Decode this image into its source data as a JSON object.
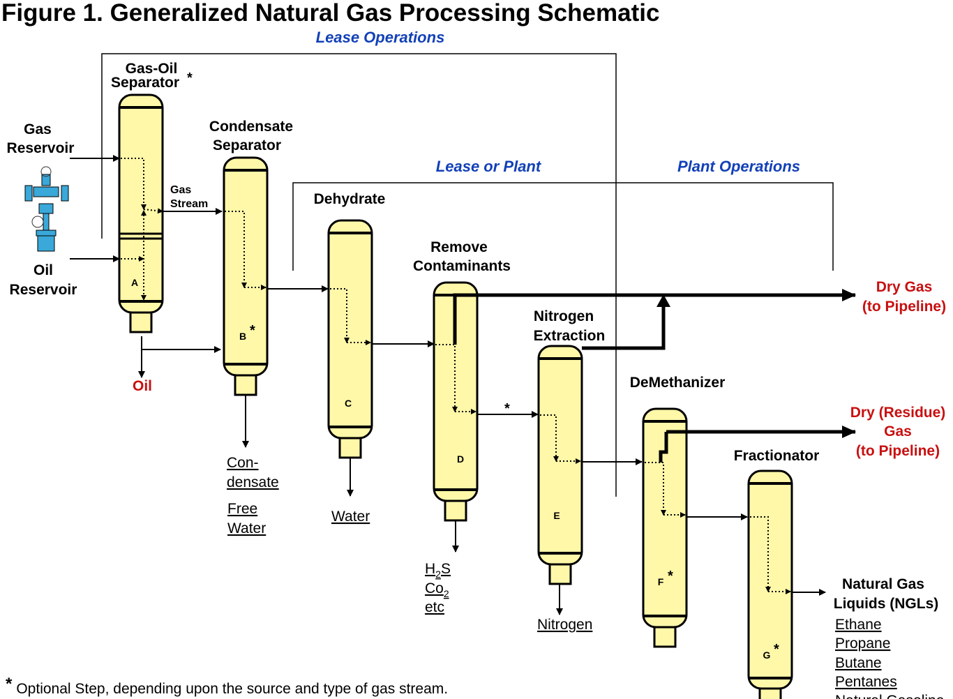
{
  "title": "Figure 1. Generalized Natural Gas Processing Schematic",
  "regions": {
    "lease": "Lease Operations",
    "lease_or_plant": "Lease or Plant",
    "plant": "Plant Operations"
  },
  "inputs": {
    "gas_line1": "Gas",
    "gas_line2": "Reservoir",
    "oil_line1": "Oil",
    "oil_line2": "Reservoir"
  },
  "streams": {
    "gas_line1": "Gas",
    "gas_line2": "Stream"
  },
  "optional_mark": "*",
  "vessels": {
    "a": {
      "line1": "Gas-Oil",
      "line2": "Separator",
      "tag": "A"
    },
    "b": {
      "line1": "Condensate",
      "line2": "Separator",
      "tag": "B"
    },
    "c": {
      "line1": "Dehydrate",
      "tag": "C"
    },
    "d": {
      "line1": "Remove",
      "line2": "Contaminants",
      "tag": "D"
    },
    "e": {
      "line1": "Nitrogen",
      "line2": "Extraction",
      "tag": "E"
    },
    "f": {
      "line1": "DeMethanizer",
      "tag": "F"
    },
    "g": {
      "line1": "Fractionator",
      "tag": "G"
    }
  },
  "outputs": {
    "oil": "Oil",
    "condensate_line1": "Con-",
    "condensate_line2": "densate",
    "free_water_line1": "Free",
    "free_water_line2": "Water",
    "water": "Water",
    "h2s_h": "H",
    "h2s_sub": "2",
    "h2s_s": "S",
    "co2_main": "Co",
    "co2_sub": "2",
    "etc": "etc",
    "nitrogen": "Nitrogen",
    "dry_gas_line1": "Dry  Gas",
    "dry_gas_line2": "(to Pipeline)",
    "residue_line1": "Dry (Residue)",
    "residue_line2": "Gas",
    "residue_line3": "(to Pipeline)",
    "ngl_line1": "Natural Gas",
    "ngl_line2": "Liquids (NGLs)",
    "ngl_products": [
      "Ethane",
      "Propane",
      "Butane",
      "Pentanes",
      "Natural Gasoline"
    ]
  },
  "footnote": "Optional Step, depending upon the source and type of gas stream."
}
